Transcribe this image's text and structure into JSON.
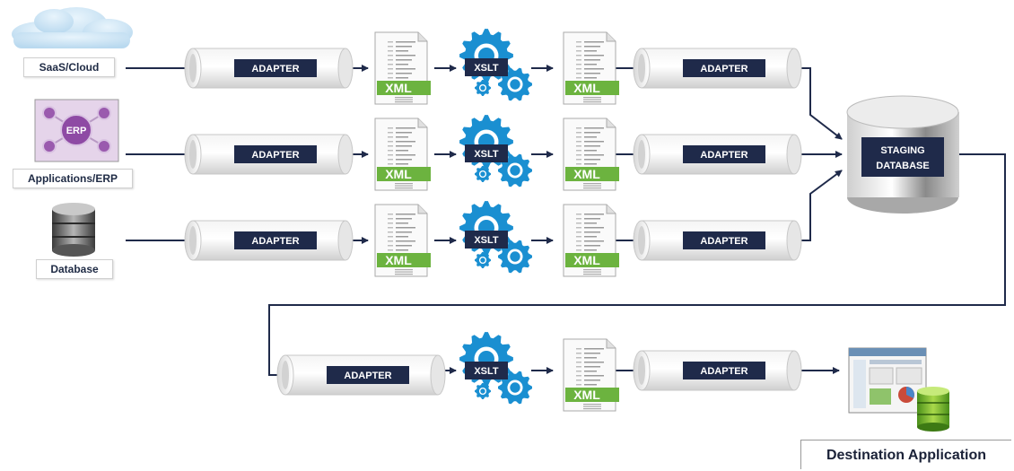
{
  "sources": {
    "saas": "SaaS/Cloud",
    "erp_label": "Applications/ERP",
    "erp_icon_text": "ERP",
    "database": "Database"
  },
  "adapter_label": "ADAPTER",
  "xslt_label": "XSLT",
  "xml_label": "XML",
  "staging": {
    "line1": "STAGING",
    "line2": "DATABASE"
  },
  "destination": "Destination Application",
  "colors": {
    "navy": "#1f2a4a",
    "gear_blue": "#1a8fd1",
    "xml_green": "#6cb33f",
    "arrow": "#1f2a4a"
  },
  "icons": [
    "cloud-icon",
    "erp-icon",
    "database-icon",
    "adapter-pipe-icon",
    "xml-document-icon",
    "xslt-gear-icon",
    "staging-database-icon",
    "destination-app-icon"
  ]
}
